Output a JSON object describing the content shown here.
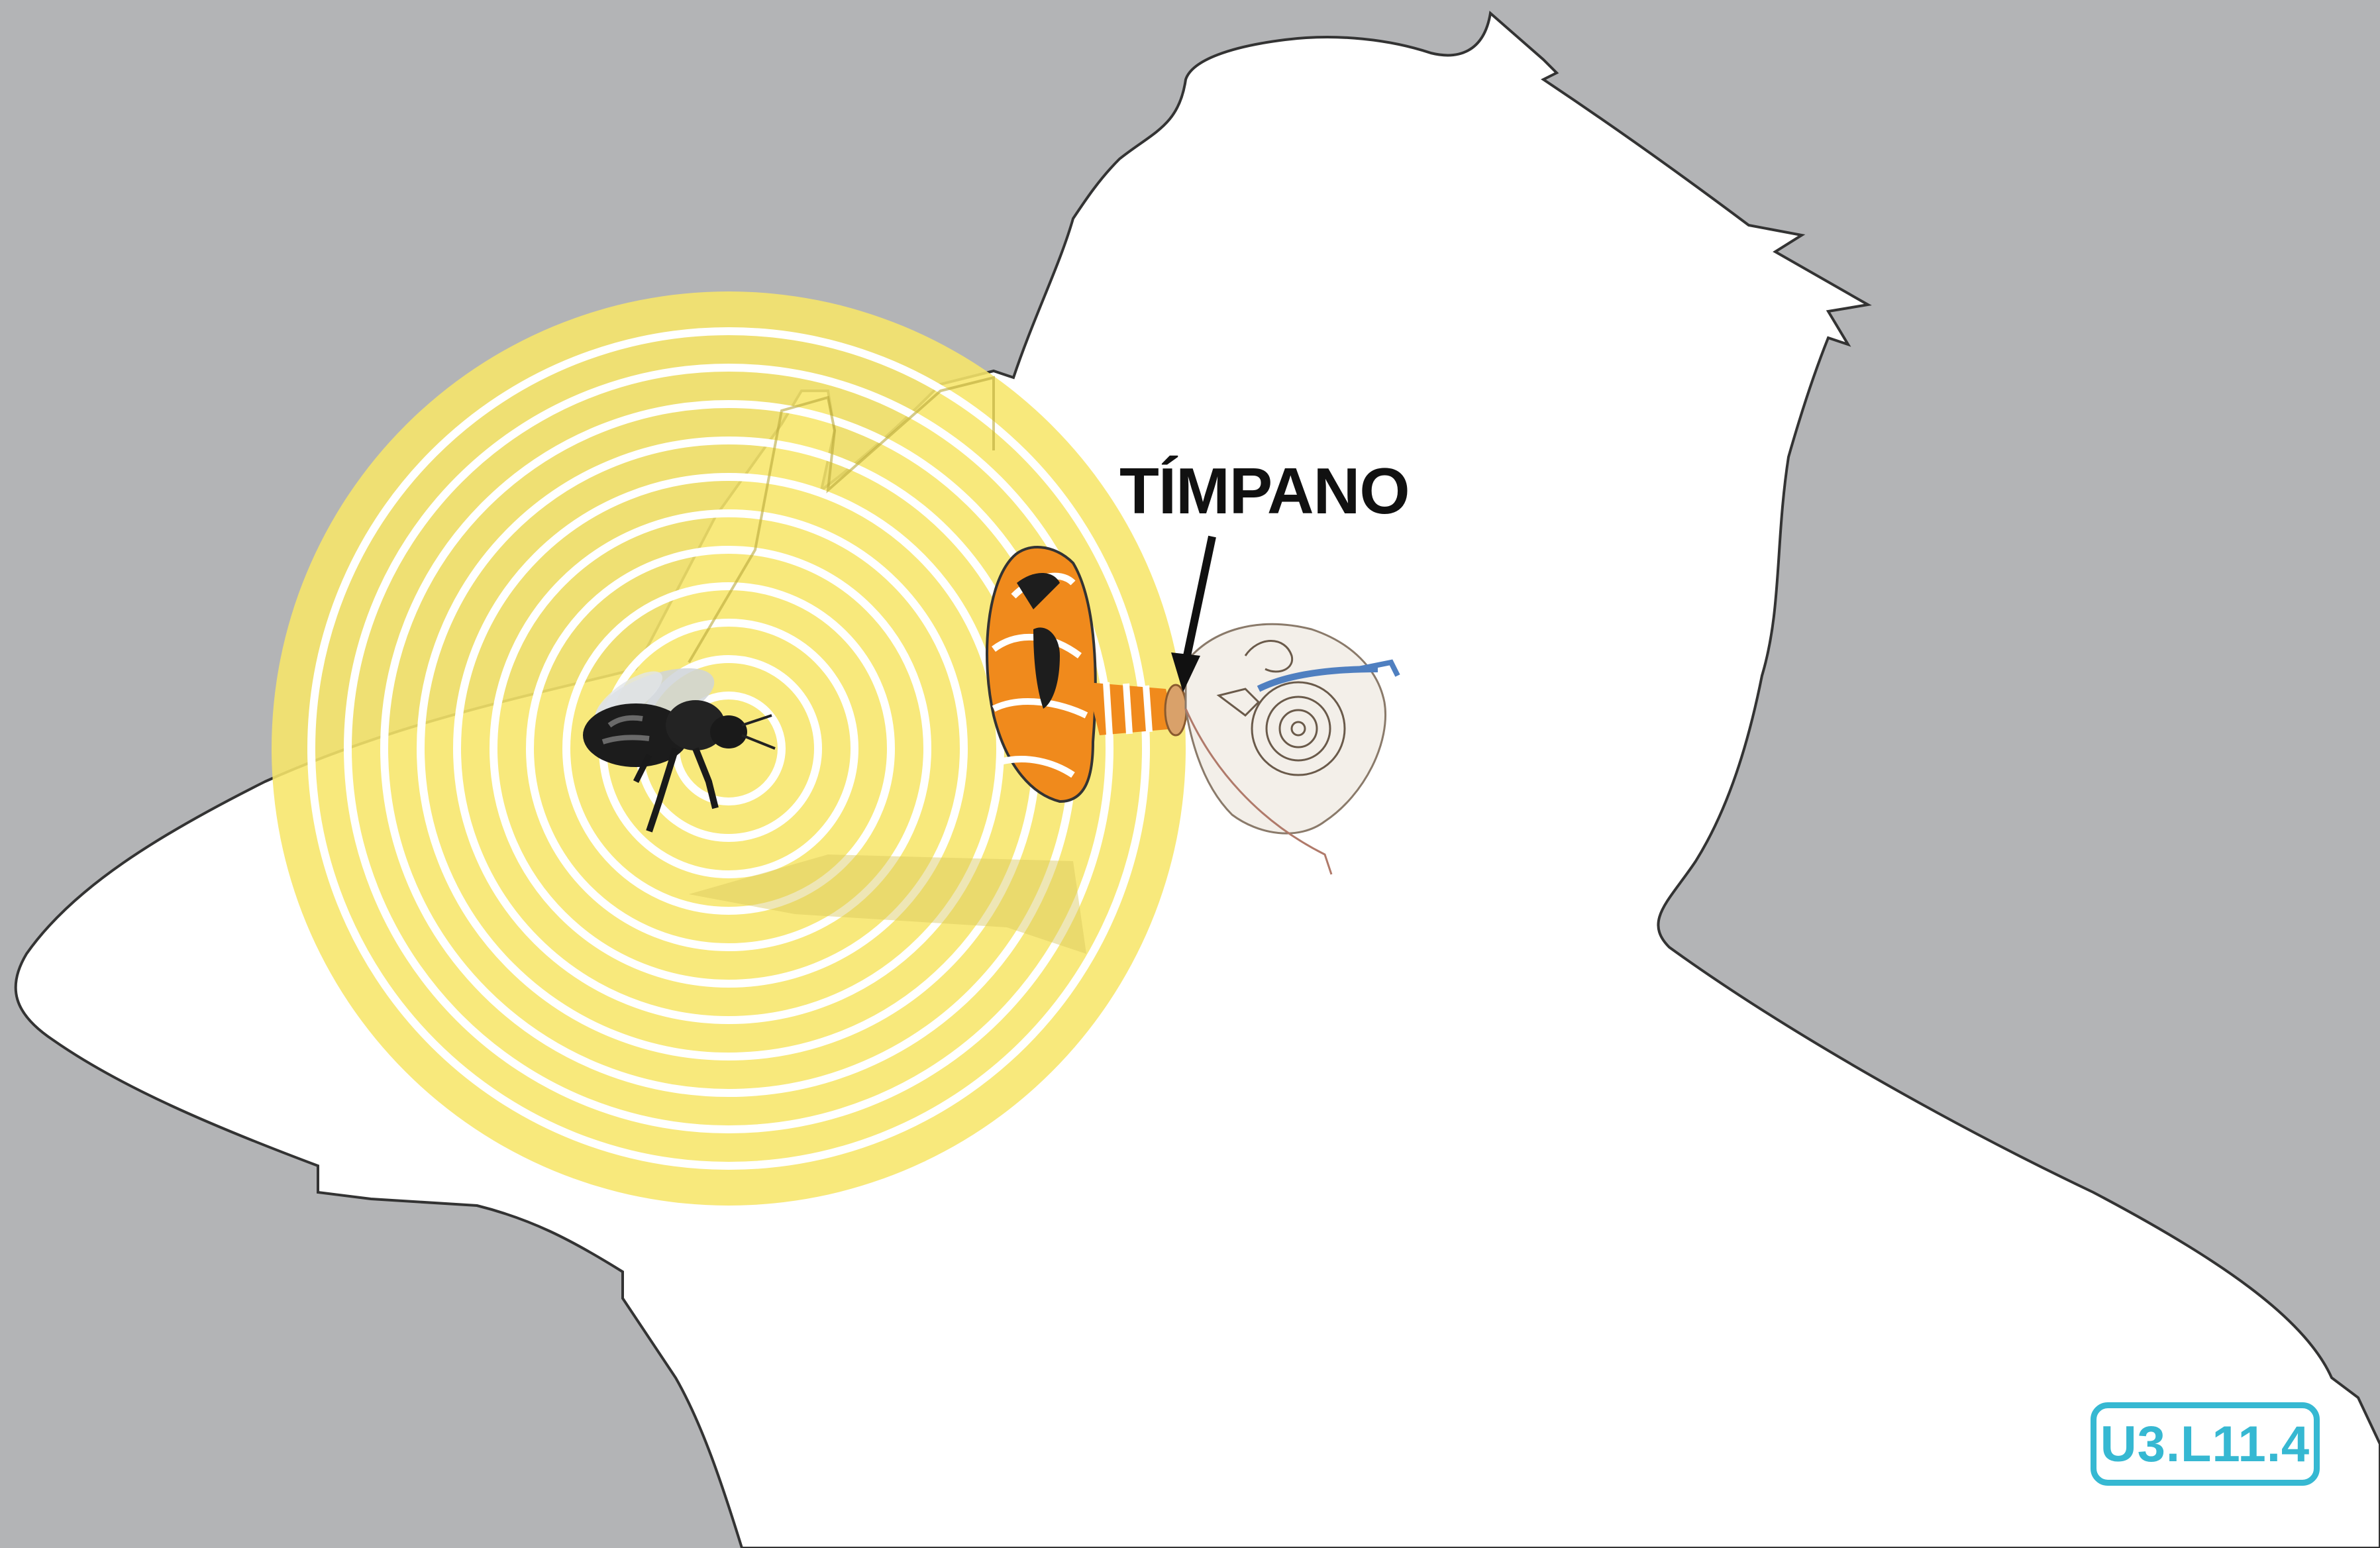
{
  "diagram": {
    "label": "TÍMPANO",
    "code": "U3.L11.4",
    "elements": {
      "background": "background",
      "silhouette": "person-silhouette",
      "sound_waves": "sound-waves",
      "bee": "bee-icon",
      "outer_ear": "outer-ear",
      "ear_canal": "ear-canal",
      "eardrum": "eardrum",
      "inner_ear": "inner-ear",
      "arrow": "arrow-icon"
    }
  },
  "colors": {
    "background": "#b3b4b6",
    "silhouette": "#ffffff",
    "waves": "#f7e66a",
    "ear": "#f08a1c",
    "badge": "#36b8d2",
    "text": "#111111"
  }
}
